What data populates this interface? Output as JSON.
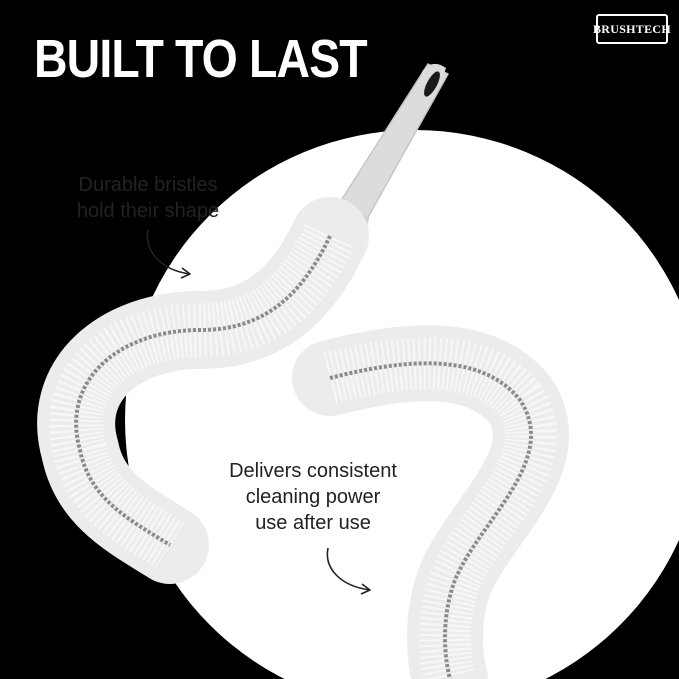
{
  "headline": "BUILT TO LAST",
  "brand_logo": "BRUSHTECH",
  "callouts": [
    {
      "lines": [
        "Durable bristles",
        "hold their shape"
      ]
    },
    {
      "lines": [
        "Delivers consistent",
        "cleaning power",
        "use after use"
      ]
    }
  ],
  "colors": {
    "background": "#000000",
    "circle": "#ffffff",
    "headline_text": "#ffffff",
    "callout_text": "#222222",
    "bristles": "#e9e9e9",
    "wire": "#8a8a8a",
    "handle": "#dcdcdc"
  },
  "icons": [
    "curved-arrow-icon",
    "curved-arrow-icon"
  ]
}
